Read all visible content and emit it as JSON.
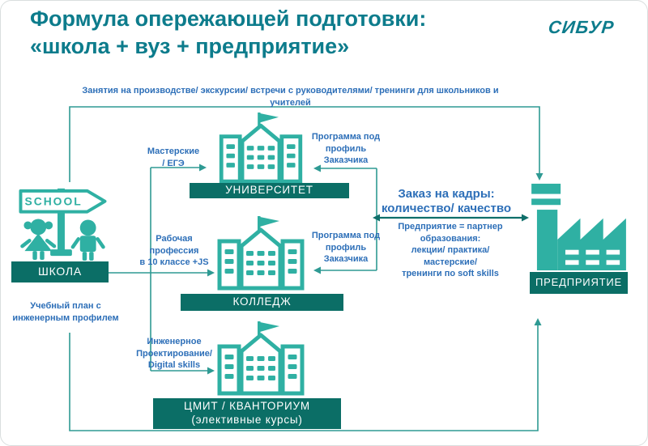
{
  "slide": {
    "title": "Формула опережающей подготовки:\n«школа + вуз + предприятие»",
    "logo": "СИБУР"
  },
  "colors": {
    "title_teal": "#0D7C8C",
    "icon_teal": "#2FB0A3",
    "box_dark_teal": "#0B6E66",
    "text_blue": "#2D6FB8",
    "line_teal": "#2E9A93",
    "arrow_dark_teal": "#0F6F6A"
  },
  "flows": {
    "top": "Занятия на производстве/ экскурсии/ встречи с руководителями/ тренинги для школьников и учителей",
    "workshops": "Мастерские\n/ ЕГЭ",
    "working_profession": "Рабочая\nпрофессия\nв 10 классе +JS",
    "engineering": "Инженерное\nПроектирование/\nDigital skills",
    "program_university": "Программа под\nпрофиль\nЗаказчика",
    "program_college": "Программа под\nпрофиль\nЗаказчика",
    "order": "Заказ на кадры:\nколичество/ качество",
    "partner": "Предприятие = партнер образования:\nлекции/ практика/\nмастерские/\nтренинги по soft skills"
  },
  "nodes": {
    "school": {
      "sign": "SCHOOL",
      "label": "ШКОЛА",
      "note": "Учебный план с\nинженерным профилем"
    },
    "university": {
      "label": "УНИВЕРСИТЕТ"
    },
    "college": {
      "label": "КОЛЛЕДЖ"
    },
    "cmit": {
      "label": "ЦМИТ / КВАНТОРИУМ\n(элективные курсы)"
    },
    "enterprise": {
      "label": "ПРЕДПРИЯТИЕ"
    }
  }
}
